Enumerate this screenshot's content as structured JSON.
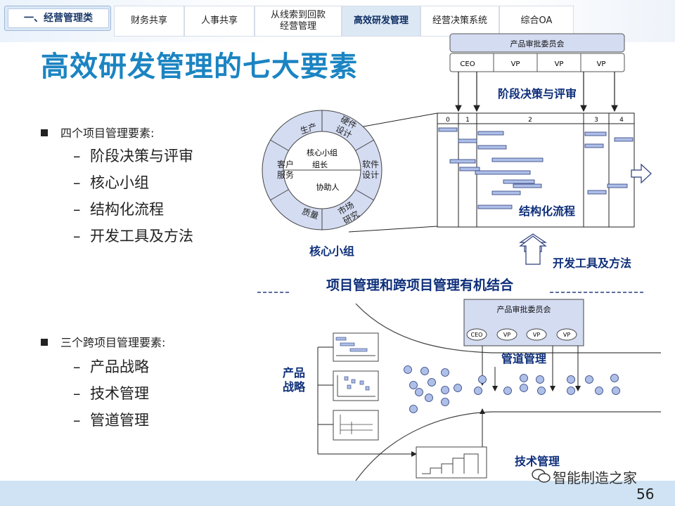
{
  "nav": {
    "section_tag": "一、经营管理类",
    "tabs": [
      {
        "label": "财务共享",
        "active": false
      },
      {
        "label": "人事共享",
        "active": false
      },
      {
        "label": "从线索到回款\n经营管理",
        "active": false
      },
      {
        "label": "高效研发管理",
        "active": true
      },
      {
        "label": "经营决策系统",
        "active": false
      },
      {
        "label": "综合OA",
        "active": false
      }
    ]
  },
  "title": "高效研发管理的七大要素",
  "left": {
    "group1": {
      "heading": "四个项目管理要素:",
      "items": [
        "阶段决策与评审",
        "核心小组",
        "结构化流程",
        "开发工具及方法"
      ]
    },
    "group2": {
      "heading": "三个跨项目管理要素:",
      "items": [
        "产品战略",
        "技术管理",
        "管道管理"
      ]
    }
  },
  "top_diagram": {
    "committee": "产品审批委员会",
    "members": [
      "CEO",
      "VP",
      "VP",
      "VP"
    ],
    "decision_label": "阶段决策与评审",
    "phases": [
      "0",
      "1",
      "2",
      "3",
      "4"
    ],
    "process_label": "结构化流程",
    "tools_label": "开发工具及方法",
    "core_team": {
      "caption": "核心小组",
      "center": [
        "核心小组",
        "组长",
        "协助人"
      ],
      "segments": [
        "生产",
        "硬件\n设计",
        "软件\n设计",
        "市场\n研究",
        "质量",
        "客户\n服务"
      ]
    }
  },
  "divider_label": "项目管理和跨项目管理有机结合",
  "bottom_diagram": {
    "committee": "产品审批委员会",
    "members": [
      "CEO",
      "VP",
      "VP",
      "VP"
    ],
    "pipeline_label": "管道管理",
    "strategy_label": "产品\n战略",
    "tech_label": "技术管理"
  },
  "footer": {
    "watermark": "智能制造之家",
    "page": "56"
  },
  "colors": {
    "title": "#1b84c2",
    "diagram_text": "#0e2f7a",
    "bubble": "#aebfe8",
    "bar": "#aebfe8",
    "committee_fill": "#d4dcf2"
  }
}
